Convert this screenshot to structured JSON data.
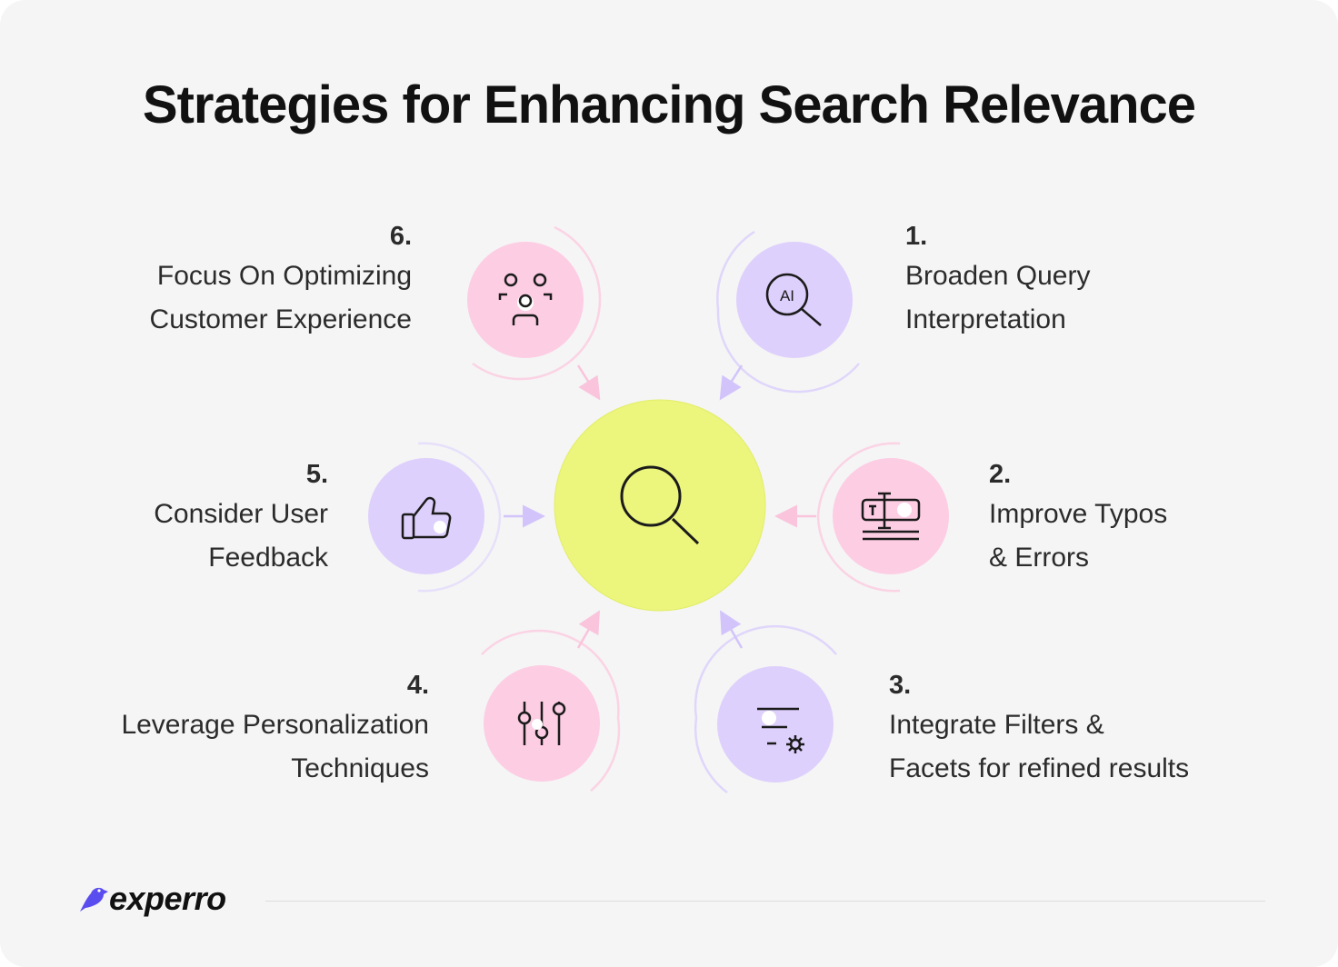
{
  "title": {
    "bold": "Strategies",
    "rest": "for Enhancing Search Relevance"
  },
  "center": {
    "icon": "search-icon",
    "color": "#ecf57c"
  },
  "colors": {
    "pink": "#fdcde3",
    "purple": "#ded0fc",
    "background": "#f5f5f5"
  },
  "strategies": [
    {
      "number": "1.",
      "line1": "Broaden Query",
      "line2": "Interpretation",
      "icon": "ai-search-icon"
    },
    {
      "number": "2.",
      "line1": "Improve Typos",
      "line2": "& Errors",
      "icon": "text-edit-icon"
    },
    {
      "number": "3.",
      "line1": "Integrate Filters &",
      "line2": "Facets for refined results",
      "icon": "filter-settings-icon"
    },
    {
      "number": "4.",
      "line1": "Leverage Personalization",
      "line2": "Techniques",
      "icon": "sliders-icon"
    },
    {
      "number": "5.",
      "line1": "Consider User",
      "line2": "Feedback",
      "icon": "thumbs-up-icon"
    },
    {
      "number": "6.",
      "line1": "Focus On Optimizing",
      "line2": "Customer Experience",
      "icon": "customers-icon"
    }
  ],
  "footer": {
    "brand": "experro"
  }
}
